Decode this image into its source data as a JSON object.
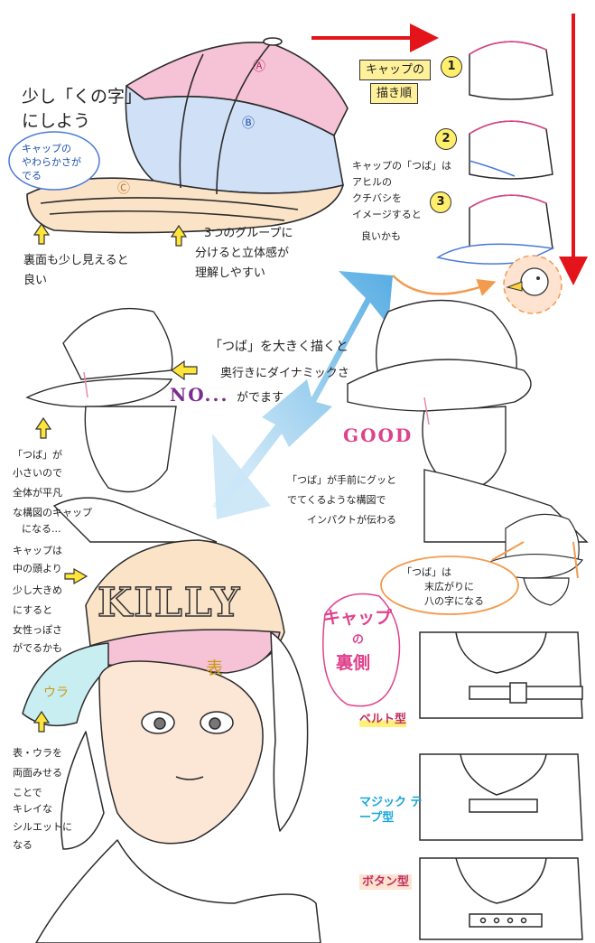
{
  "top_caption": {
    "l1": "少し「くの字」",
    "l2": "にしよう"
  },
  "bubble_soft": {
    "l1": "キャップの",
    "l2": "やわらかさが",
    "l3": "でる"
  },
  "cap_labels": {
    "a": "Ⓐ",
    "b": "Ⓑ",
    "c": "Ⓒ"
  },
  "note_back": {
    "l1": "裏面も少し見えると",
    "l2": "良い"
  },
  "note_groups": {
    "l1": "3つのグループに",
    "l2": "分けると立体感が",
    "l3": "理解しやすい"
  },
  "order_panel": {
    "title_1": "キャップの",
    "title_2": "描き順",
    "steps": [
      "1",
      "2",
      "3"
    ],
    "brim_note": {
      "l1": "キャップの「つば」は",
      "l2": "アヒルの",
      "l3": "クチバシを",
      "l4": "イメージすると",
      "l5": "良いかも"
    }
  },
  "center_note": {
    "l1": "「つば」を大きく描くと",
    "l2": "奥行きにダイナミックさ",
    "l3": "がでます"
  },
  "no_label": "NO...",
  "good_label": "GOOD",
  "left_note": {
    "l1": "「つば」が",
    "l2": "小さいので",
    "l3": "全体が平凡",
    "l4": "な構図のキャップ",
    "l5": "になる..."
  },
  "right_note": {
    "l1": "「つば」が手前にグッと",
    "l2": "でてくるような構図で",
    "l3": "インパクトが伝わる"
  },
  "bubble_hachi": {
    "l1": "「つば」は",
    "l2": "末広がりに",
    "l3": "八の字になる"
  },
  "girl_note_top": {
    "l1": "キャップは",
    "l2": "中の頭より",
    "l3": "少し大きめ",
    "l4": "にすると",
    "l5": "女性っぽさ",
    "l6": "がでるかも"
  },
  "girl_note_bottom": {
    "l1": "表・ウラを",
    "l2": "両面みせる",
    "l3": "ことで",
    "l4": "キレイな",
    "l5": "シルエットに",
    "l6": "なる"
  },
  "cap_text": "KILLY",
  "visor_front": "表",
  "visor_back": "ウラ",
  "back_title": {
    "l1": "キャップ",
    "l2": "の",
    "l3": "裏側"
  },
  "types": [
    "ベルト型",
    "マジック テープ型",
    "ボタン型"
  ],
  "colors": {
    "pink": "#f6c2d6",
    "blue": "#cfe0f7",
    "peach": "#fbe3c8",
    "red": "#e3151b",
    "orange": "#f39a4e",
    "yellow": "#fff07a",
    "arrow_blue": "#5fb3e6",
    "purple": "#7b2d8f",
    "magenta": "#e0418c"
  }
}
